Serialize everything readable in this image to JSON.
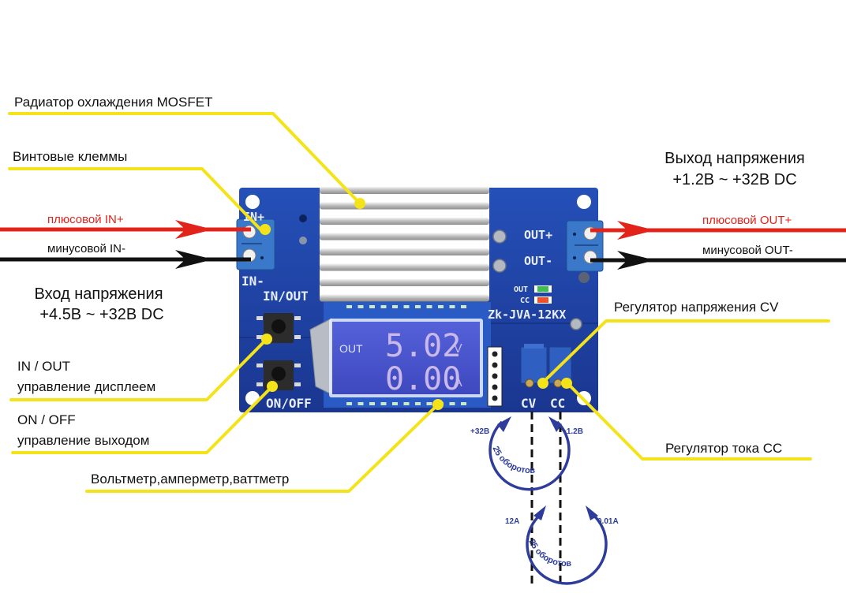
{
  "title": "Zk-JVA-12KX board connection diagram",
  "board": {
    "model": "Zk-JVA-12KX",
    "silkscreen": {
      "in_plus": "IN+",
      "in_minus": "IN-",
      "in_out": "IN/OUT",
      "on_off": "ON/OFF",
      "out_plus": "OUT+",
      "out_minus": "OUT-",
      "led_out": "OUT",
      "led_cc": "CC",
      "cv": "CV",
      "cc": "CC"
    },
    "display": {
      "mode": "OUT",
      "voltage": "5.02",
      "voltage_unit": "V",
      "current": "0.00",
      "current_unit": "A"
    },
    "led_colors": {
      "out": "#3fbf4f",
      "cc": "#f0502a"
    }
  },
  "callouts": {
    "heatsink": "Радиатор охлаждения MOSFET",
    "terminals": "Винтовые клеммы",
    "in_out_title": "IN / OUT",
    "in_out_desc": "управление дисплеем",
    "on_off_title": "ON / OFF",
    "on_off_desc": "управление выходом",
    "meter": "Вольтметр,амперметр,ваттметр",
    "cv_regulator": "Регулятор напряжения CV",
    "cc_regulator": "Регулятор тока CC"
  },
  "wires": {
    "in_plus": "плюсовой IN+",
    "in_minus": "минусовой IN-",
    "out_plus": "плюсовой OUT+",
    "out_minus": "минусовой OUT-"
  },
  "input_spec": {
    "title": "Вход напряжения",
    "range": "+4.5В ~ +32В DC"
  },
  "output_spec": {
    "title": "Выход напряжения",
    "range": "+1.2В ~ +32В DC"
  },
  "trimmers": {
    "cv": {
      "max": "+32В",
      "min": "+1.2В",
      "turns": "25 оборотов"
    },
    "cc": {
      "max": "12А",
      "min": "0.01А",
      "turns": "25 оборотов"
    }
  },
  "colors": {
    "callout_line": "#f5e31a",
    "wire_plus": "#e2231a",
    "wire_minus": "#111111",
    "pcb": "#1f3f9e",
    "annotation_blue": "#2e3d9c"
  }
}
